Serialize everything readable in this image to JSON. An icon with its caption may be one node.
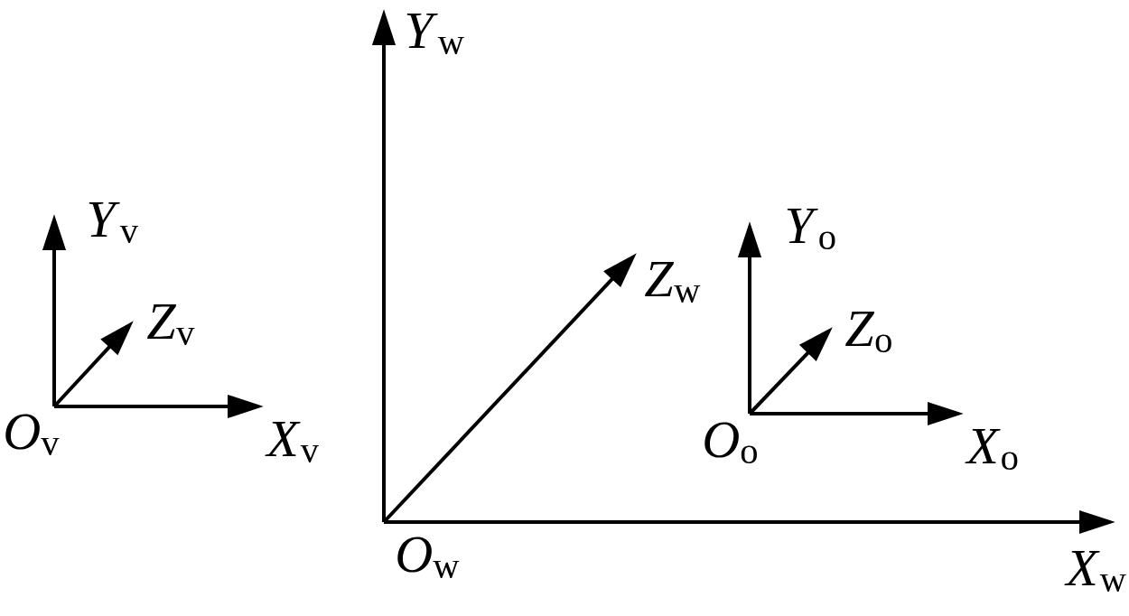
{
  "diagram": {
    "labels": [
      "*Y*$_{w}$",
      "*Y*$_{v}$",
      "*Y*$_{o}$",
      "*Z*$_{w}$",
      "*Z*$_{v}$",
      "*Z*$_{o}$",
      "*O*$_{v}$",
      "*X*$_{v}$",
      "*O*$_{o}$",
      "*X*$_{o}$",
      "*O*$_{w}$",
      "*X*$_{w}$"
    ]
  }
}
